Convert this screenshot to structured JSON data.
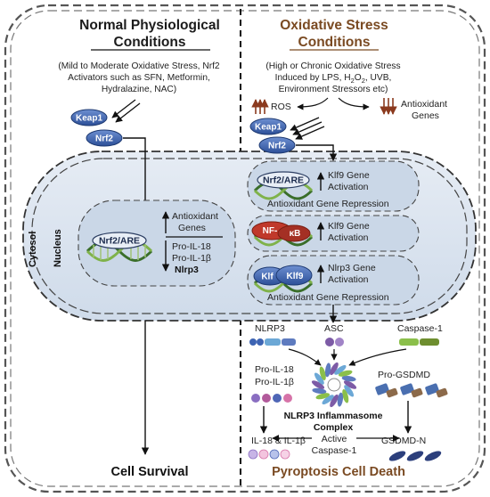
{
  "left": {
    "title_line1": "Normal Physiological",
    "title_line2": "Conditions",
    "sub_line1": "(Mild to Moderate Oxidative Stress, Nrf2",
    "sub_line2": "Activators such as SFN, Metformin,",
    "sub_line3": "Hydralazine, NAC)",
    "keap1": "Keap1",
    "nrf2": "Nrf2",
    "nrf2_are": "Nrf2/ARE",
    "antioxidant_line1": "Antioxidant",
    "antioxidant_line2": "Genes",
    "pro_il18": "Pro-IL-18",
    "pro_il1b": "Pro-IL-1β",
    "nlrp3": "Nlrp3",
    "cell_survival": "Cell Survival"
  },
  "right": {
    "title_line1": "Oxidative Stress",
    "title_line2": "Conditions",
    "sub_line1": "(High or Chronic Oxidative Stress",
    "sub_line2_pre": "Induced by LPS, H",
    "sub_line2_sub1": "2",
    "sub_line2_mid": "O",
    "sub_line2_sub2": "2",
    "sub_line2_post": ", UVB,",
    "sub_line3": "Environment Stressors etc)",
    "ros": "ROS",
    "antioxidant_line1": "Antioxidant",
    "antioxidant_line2": "Genes",
    "keap1": "Keap1",
    "nrf2": "Nrf2",
    "box1_prot": "Nrf2/ARE",
    "box1_line1": "Klf9 Gene",
    "box1_line2": "Activation",
    "box1_bottom": "Antioxidant  Gene Repression",
    "box2_prot_a": "NF-",
    "box2_prot_b": "κB",
    "box2_line1": "Klf9 Gene",
    "box2_line2": "Activation",
    "box3_prot_a": "Klf",
    "box3_prot_b": "Klf9",
    "box3_line1": "Nlrp3 Gene",
    "box3_line2": "Activation",
    "box3_bottom": "Antioxidant  Gene Repression",
    "nlrp3": "NLRP3",
    "asc": "ASC",
    "caspase1": "Caspase-1",
    "pro_il18": "Pro-IL-18",
    "pro_il1b": "Pro-IL-1β",
    "pro_gsdmd": "Pro-GSDMD",
    "inflammasome_line1": "NLRP3 Inflammasome",
    "inflammasome_line2": "Complex",
    "il_mature": "IL-18 & IL-1β",
    "active": "Active",
    "active_caspase": "Caspase-1",
    "gsdmd_n": "GSDMD-N",
    "pyroptosis": "Pyroptosis Cell Death"
  },
  "cytosol": "Cytosol",
  "nucleus": "Nucleus",
  "colors": {
    "protein_blue": "#3d64b3",
    "nucleus_fill": "#d7e1ee",
    "nfkb_red": "#c0392b",
    "brown_title": "#7a4a22",
    "antioxidant_arrow": "#8b3a1e"
  }
}
